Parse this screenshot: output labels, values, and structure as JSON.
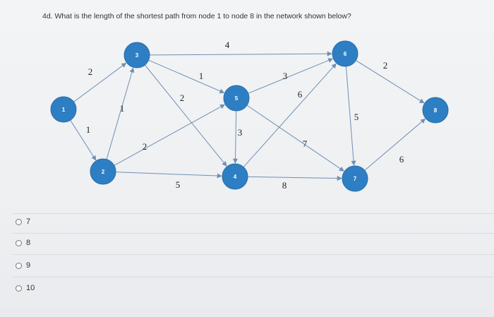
{
  "question": {
    "text": "4d. What is the length of the shortest path from node 1 to node 8 in the network shown below?"
  },
  "network": {
    "nodes": [
      {
        "id": "1",
        "label": "1"
      },
      {
        "id": "2",
        "label": "2"
      },
      {
        "id": "3",
        "label": "3"
      },
      {
        "id": "4",
        "label": "4"
      },
      {
        "id": "5",
        "label": "5"
      },
      {
        "id": "6",
        "label": "6"
      },
      {
        "id": "7",
        "label": "7"
      },
      {
        "id": "8",
        "label": "8"
      }
    ],
    "edges": [
      {
        "from": "1",
        "to": "3",
        "weight": "2"
      },
      {
        "from": "1",
        "to": "2",
        "weight": "1"
      },
      {
        "from": "2",
        "to": "3",
        "weight": "1"
      },
      {
        "from": "3",
        "to": "6",
        "weight": "4"
      },
      {
        "from": "3",
        "to": "5",
        "weight": "1"
      },
      {
        "from": "3",
        "to": "4",
        "weight": "2"
      },
      {
        "from": "2",
        "to": "5",
        "weight": "2"
      },
      {
        "from": "2",
        "to": "4",
        "weight": "5"
      },
      {
        "from": "5",
        "to": "6",
        "weight": "3"
      },
      {
        "from": "5",
        "to": "4",
        "weight": "3"
      },
      {
        "from": "4",
        "to": "6",
        "weight": "6"
      },
      {
        "from": "5",
        "to": "7",
        "weight": "7"
      },
      {
        "from": "4",
        "to": "7",
        "weight": "8"
      },
      {
        "from": "6",
        "to": "7",
        "weight": "5"
      },
      {
        "from": "6",
        "to": "8",
        "weight": "2"
      },
      {
        "from": "7",
        "to": "8",
        "weight": "6"
      }
    ]
  },
  "options": [
    {
      "label": "7"
    },
    {
      "label": "8"
    },
    {
      "label": "9"
    },
    {
      "label": "10"
    }
  ],
  "colors": {
    "node_fill": "#2e7ec3",
    "edge": "#6f8fb3"
  }
}
